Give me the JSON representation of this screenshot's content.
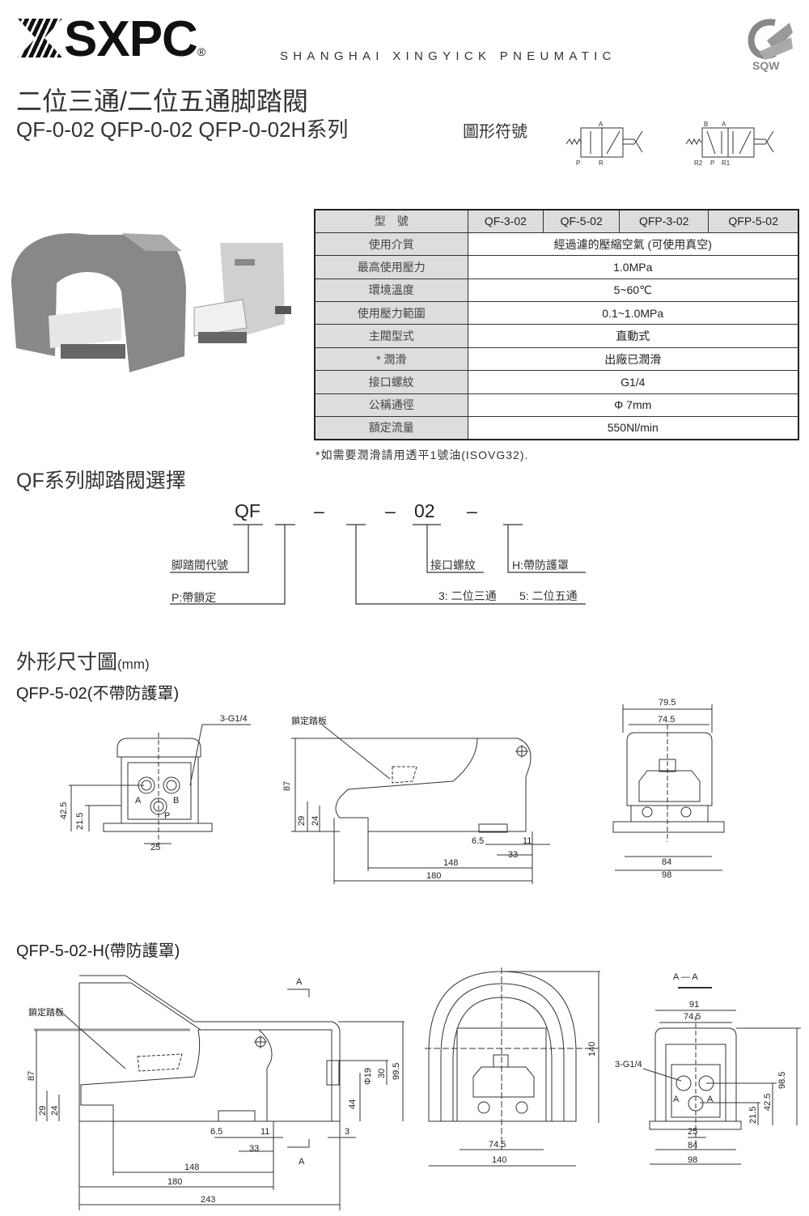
{
  "header": {
    "brand": "SXPC",
    "registered": "®",
    "company": "SHANGHAI XINGYICK PNEUMATIC",
    "logo_text": "SQW"
  },
  "title": "二位三通/二位五通脚踏閥",
  "subtitle": "QF-0-02  QFP-0-02  QFP-0-02H系列",
  "symbols": {
    "label": "圖形符號",
    "three_way_ports": [
      "A",
      "P",
      "R"
    ],
    "five_way_ports": [
      "B",
      "A",
      "R2",
      "P",
      "R1"
    ]
  },
  "spec_table": {
    "header_label": "型　號",
    "models": [
      "QF-3-02",
      "QF-5-02",
      "QFP-3-02",
      "QFP-5-02"
    ],
    "rows": [
      {
        "label": "使用介質",
        "value": "經過濾的壓縮空氣 (可使用真空)"
      },
      {
        "label": "最高使用壓力",
        "value": "1.0MPa"
      },
      {
        "label": "環境溫度",
        "value": "5~60℃"
      },
      {
        "label": "使用壓力範圍",
        "value": "0.1~1.0MPa"
      },
      {
        "label": "主閥型式",
        "value": "直動式"
      },
      {
        "label": "* 潤滑",
        "value": "出廠已潤滑"
      },
      {
        "label": "接口螺紋",
        "value": "G1/4"
      },
      {
        "label": "公稱通徑",
        "value": "Φ 7mm"
      },
      {
        "label": "額定流量",
        "value": "550Nl/min"
      }
    ],
    "footnote": "*如需要潤滑請用透平1號油(ISOVG32)."
  },
  "selection": {
    "title": "QF系列脚踏閥選擇",
    "code": [
      "QF",
      "–",
      "–",
      "02",
      "–"
    ],
    "labels": {
      "pedal_code": "脚踏閥代號",
      "lock": "P:帶鎖定",
      "port_thread": "接口螺紋",
      "guard": "H:帶防護罩",
      "three_way": "3: 二位三通",
      "five_way": "5: 二位五通"
    }
  },
  "dimensions": {
    "title": "外形尺寸圖",
    "unit": "(mm)",
    "no_guard": {
      "title": "QFP-5-02(不帶防護罩)",
      "front": [
        "3-G1/4",
        "A",
        "B",
        "P",
        "42.5",
        "21.5",
        "25"
      ],
      "side": [
        "鎖定踏板",
        "87",
        "29",
        "24",
        "6.5",
        "11",
        "33",
        "148",
        "180"
      ],
      "end": [
        "79.5",
        "74.5",
        "84",
        "98"
      ]
    },
    "with_guard": {
      "title": "QFP-5-02-H(帶防護罩)",
      "side": [
        "A",
        "鎖定踏板",
        "87",
        "29",
        "24",
        "Φ19",
        "30",
        "99.5",
        "44",
        "6.5",
        "11",
        "3",
        "33",
        "A",
        "148",
        "180",
        "243"
      ],
      "front": [
        "140",
        "74.5",
        "140"
      ],
      "section": [
        "A — A",
        "91",
        "74.5",
        "3-G1/4",
        "98.5",
        "42.5",
        "21.5",
        "25",
        "84",
        "98",
        "A",
        "A"
      ]
    }
  }
}
